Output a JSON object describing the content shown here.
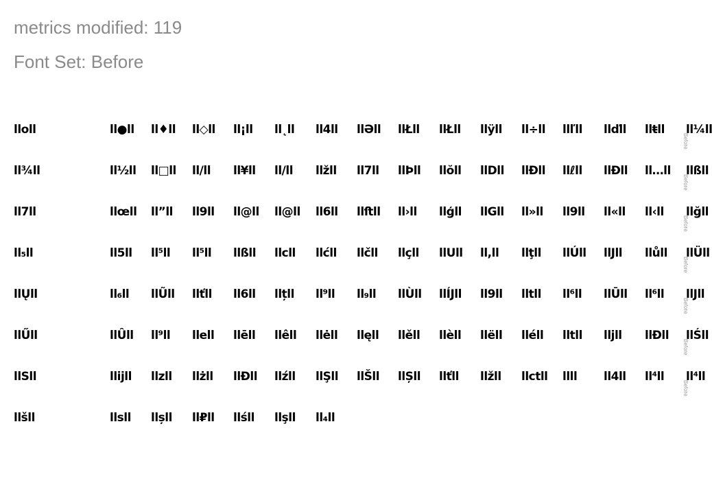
{
  "header": {
    "metrics": "metrics modified: 119",
    "font_set": "Font Set: Before"
  },
  "side_label": "Before",
  "rows": [
    [
      "lloll",
      "ll●ll",
      "ll♦ll",
      "ll◇ll",
      "ll¡ll",
      "ll˛ll",
      "ll4ll",
      "llƏll",
      "llŁll",
      "llŁll",
      "llÿll",
      "ll÷ll",
      "llľll",
      "llďll",
      "llŧll",
      "ll¼ll"
    ],
    [
      "ll¾ll",
      "ll½ll",
      "ll□ll",
      "ll/ll",
      "ll¥ll",
      "ll/ll",
      "llžll",
      "ll7ll",
      "llÞll",
      "llŏll",
      "llDll",
      "llĐll",
      "llℓll",
      "llĐll",
      "ll…ll",
      "llßll"
    ],
    [
      "ll7ll",
      "llœll",
      "ll”ll",
      "ll9ll",
      "ll@ll",
      "ll@ll",
      "ll6ll",
      "llﬅll",
      "ll›ll",
      "llģll",
      "llGll",
      "ll»ll",
      "ll9ll",
      "ll«ll",
      "ll‹ll",
      "llğll"
    ],
    [
      "ll₅ll",
      "ll5ll",
      "ll⁵ll",
      "ll⁵ll",
      "llßll",
      "llcll",
      "llćll",
      "llčll",
      "llçll",
      "llUll",
      "ll,ll",
      "llţll",
      "llÚll",
      "llJll",
      "llůll",
      "llÜll"
    ],
    [
      "llŲll",
      "ll₆ll",
      "llŨll",
      "llťll",
      "ll6ll",
      "llțll",
      "ll⁹ll",
      "ll₉ll",
      "llÙll",
      "llÍJll",
      "ll9ll",
      "lltll",
      "ll⁶ll",
      "llŪll",
      "ll⁶ll",
      "llJll"
    ],
    [
      "llŰll",
      "llÛll",
      "ll⁹ll",
      "llell",
      "llēll",
      "llêll",
      "llėll",
      "llęll",
      "llěll",
      "llèll",
      "llëll",
      "lléll",
      "lltll",
      "lljll",
      "llÐll",
      "llŚll"
    ],
    [
      "llSll",
      "llijll",
      "llzll",
      "llżll",
      "llĐll",
      "llźll",
      "llŞll",
      "llŠll",
      "llȘll",
      "llťll",
      "llžll",
      "llctll",
      "llll",
      "ll4ll",
      "ll⁴ll",
      "ll⁴ll"
    ],
    [
      "llšll",
      "llsll",
      "llșll",
      "ll₽ll",
      "llśll",
      "llşll",
      "ll₄ll"
    ]
  ]
}
